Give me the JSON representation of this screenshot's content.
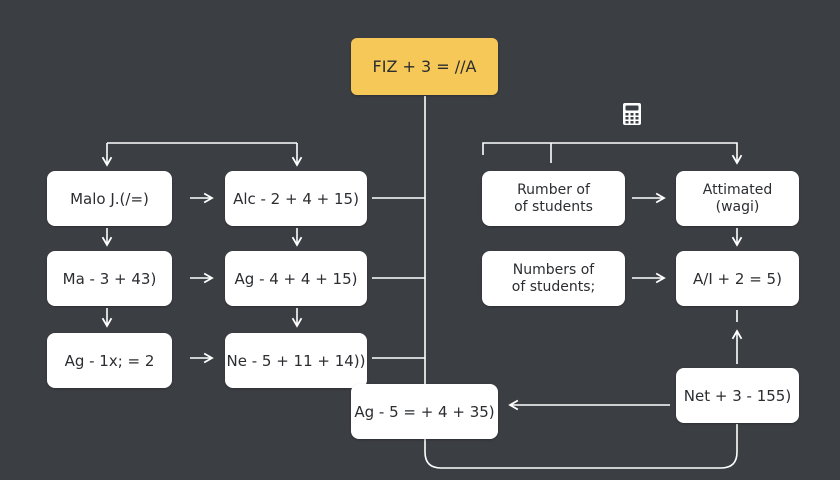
{
  "colors": {
    "background": "#3b3e43",
    "node": "#ffffff",
    "title_node": "#f6c857",
    "connector": "#ffffff"
  },
  "icons": {
    "top_right": "calculator-icon"
  },
  "diagram": {
    "title": "FIZ + 3 = //A",
    "left_column_1": [
      "Malo J.(/=)",
      "Ma - 3 + 43)",
      "Ag - 1x; = 2"
    ],
    "left_column_2": [
      "Alc - 2 + 4 + 15)",
      "Ag - 4 + 4 + 15)",
      "Ne - 5 + 11 + 14))"
    ],
    "right_column_1": [
      "Rumber of\nof students",
      "Numbers of\nof students;"
    ],
    "right_column_2": [
      "Attimated\n(wagi)",
      "A/I + 2 = 5)"
    ],
    "bottom_center": "Ag - 5 = + 4 + 35)",
    "bottom_right": "Net + 3 - 155)"
  }
}
